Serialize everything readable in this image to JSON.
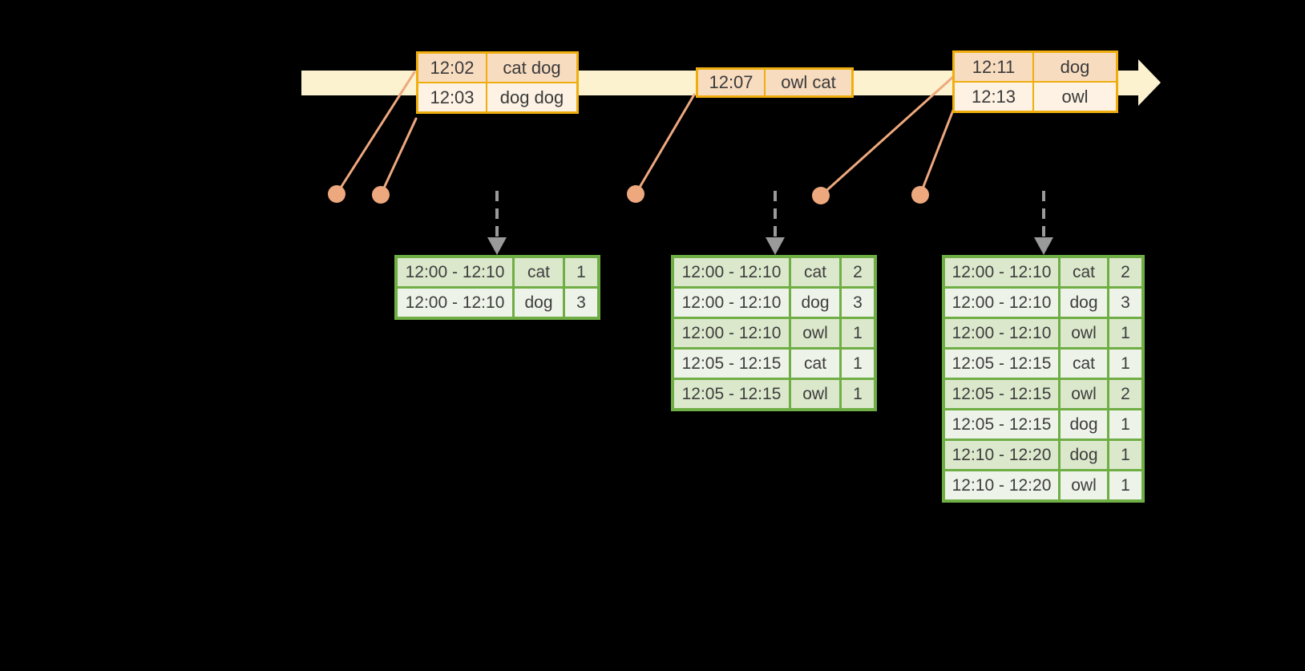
{
  "colors": {
    "background": "#000000",
    "timeline_fill": "#fcf2cf",
    "event_border": "#efae0e",
    "event_row_dark": "#f8dcc0",
    "event_row_light": "#fdf2e3",
    "marker_salmon": "#eea87e",
    "trigger_gray": "#9a9a9a",
    "table_border": "#6fae44",
    "table_row_dark": "#dce8cc",
    "table_row_light": "#eef3e9",
    "text": "#3d3d3d"
  },
  "timeline": {
    "events": [
      {
        "rows": [
          {
            "time": "12:02",
            "words": "cat dog"
          },
          {
            "time": "12:03",
            "words": "dog dog"
          }
        ]
      },
      {
        "rows": [
          {
            "time": "12:07",
            "words": "owl cat"
          }
        ]
      },
      {
        "rows": [
          {
            "time": "12:11",
            "words": "dog"
          },
          {
            "time": "12:13",
            "words": "owl"
          }
        ]
      }
    ]
  },
  "result_tables": [
    {
      "rows": [
        {
          "window": "12:00 - 12:10",
          "word": "cat",
          "count": "1"
        },
        {
          "window": "12:00 - 12:10",
          "word": "dog",
          "count": "3"
        }
      ]
    },
    {
      "rows": [
        {
          "window": "12:00 - 12:10",
          "word": "cat",
          "count": "2"
        },
        {
          "window": "12:00 - 12:10",
          "word": "dog",
          "count": "3"
        },
        {
          "window": "12:00 - 12:10",
          "word": "owl",
          "count": "1"
        },
        {
          "window": "12:05 - 12:15",
          "word": "cat",
          "count": "1"
        },
        {
          "window": "12:05 - 12:15",
          "word": "owl",
          "count": "1"
        }
      ]
    },
    {
      "rows": [
        {
          "window": "12:00 - 12:10",
          "word": "cat",
          "count": "2"
        },
        {
          "window": "12:00 - 12:10",
          "word": "dog",
          "count": "3"
        },
        {
          "window": "12:00 - 12:10",
          "word": "owl",
          "count": "1"
        },
        {
          "window": "12:05 - 12:15",
          "word": "cat",
          "count": "1"
        },
        {
          "window": "12:05 - 12:15",
          "word": "owl",
          "count": "2"
        },
        {
          "window": "12:05 - 12:15",
          "word": "dog",
          "count": "1"
        },
        {
          "window": "12:10 - 12:20",
          "word": "dog",
          "count": "1"
        },
        {
          "window": "12:10 - 12:20",
          "word": "owl",
          "count": "1"
        }
      ]
    }
  ]
}
